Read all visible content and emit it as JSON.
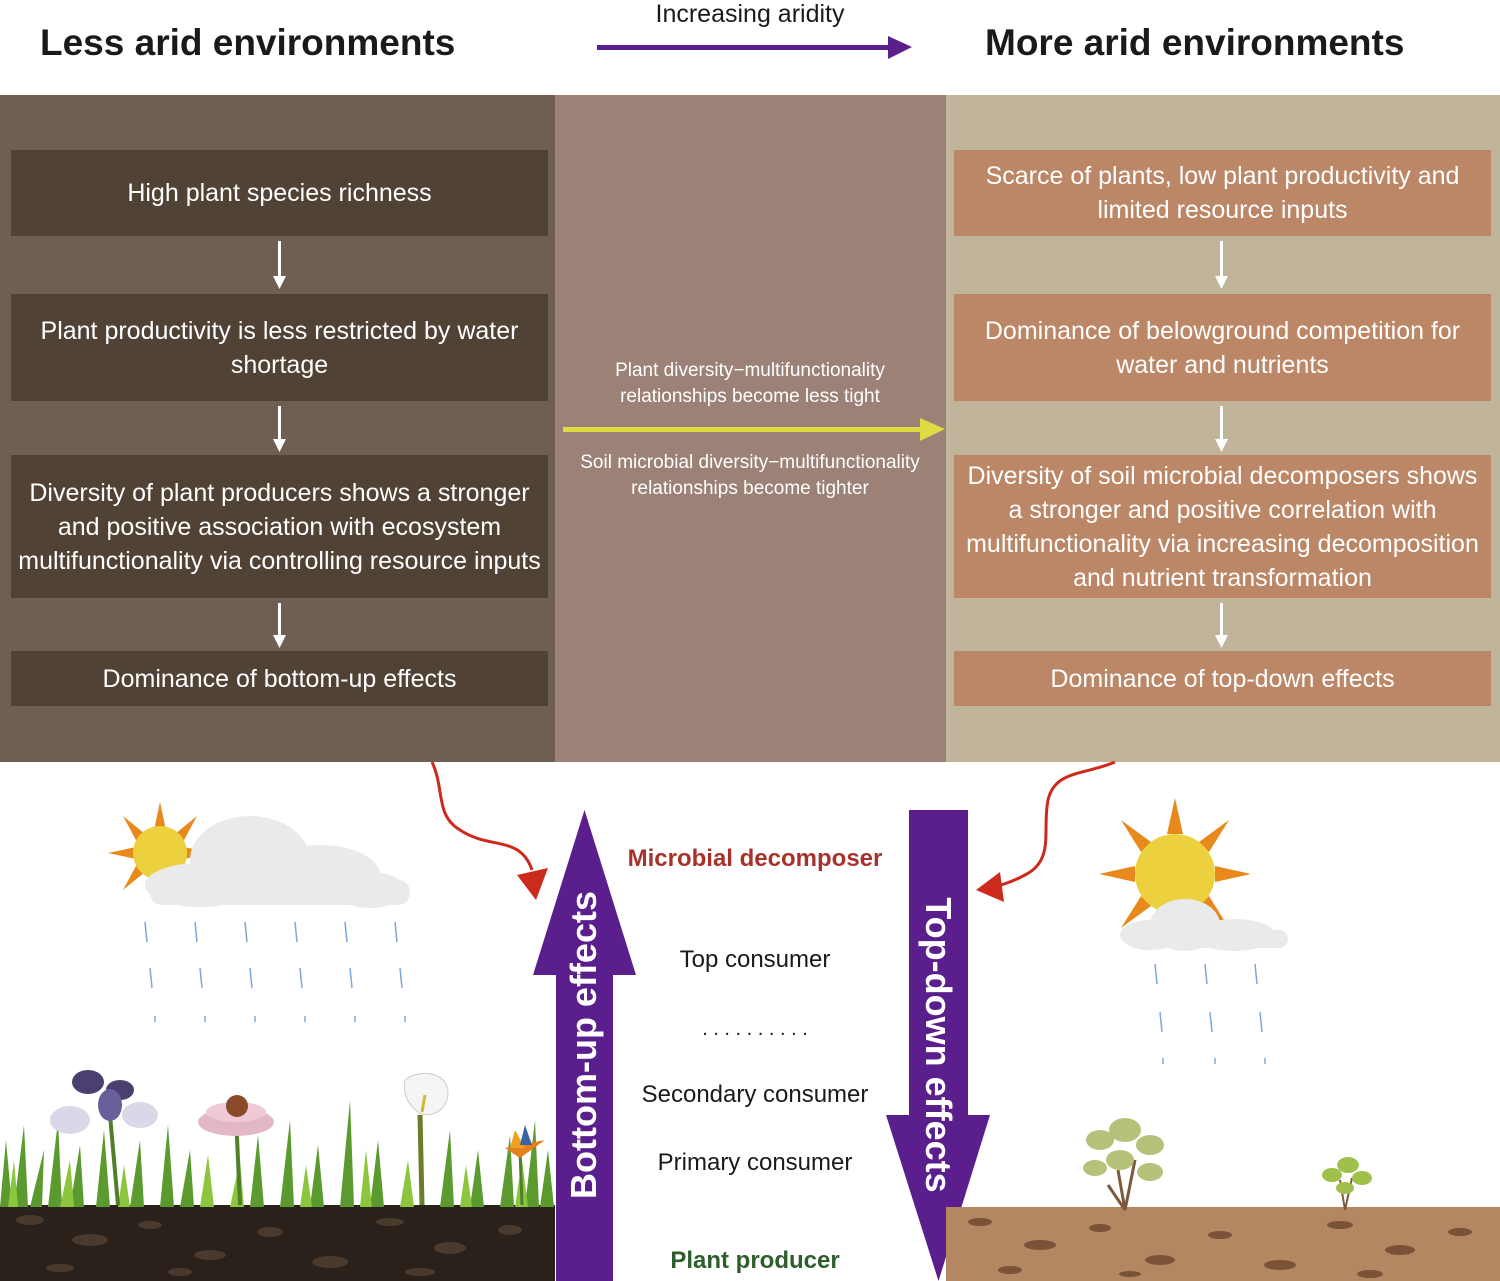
{
  "header": {
    "left_title": "Less arid environments",
    "right_title": "More arid environments",
    "arrow_label": "Increasing aridity"
  },
  "left_column": {
    "boxes": [
      "High plant species richness",
      "Plant productivity is less restricted by water shortage",
      "Diversity of plant producers shows a stronger and positive association with ecosystem multifunctionality via controlling resource inputs",
      "Dominance of bottom-up effects"
    ]
  },
  "right_column": {
    "boxes": [
      "Scarce of plants, low plant productivity and limited resource inputs",
      "Dominance of belowground competition for water and nutrients",
      "Diversity of soil microbial decomposers shows a stronger and positive correlation with multifunctionality via increasing decomposition and nutrient transformation",
      "Dominance of top-down effects"
    ]
  },
  "middle": {
    "upper_text": "Plant diversity−multifunctionality relationships become less tight",
    "lower_text": "Soil microbial diversity−multifunctionality relationships become tighter"
  },
  "bottom": {
    "up_arrow_label": "Bottom-up effects",
    "down_arrow_label": "Top-down effects",
    "levels": {
      "microbial": "Microbial decomposer",
      "top": "Top consumer",
      "dots": ". . . . . . . . . .",
      "secondary": "Secondary consumer",
      "primary": "Primary consumer",
      "plant": "Plant producer"
    }
  },
  "colors": {
    "left_panel": "#6e5f52",
    "middle_panel": "#9b8176",
    "right_panel": "#c0b49a",
    "left_box": "#514236",
    "right_box": "#bb8766",
    "aridity_arrow": "#5a1f8c",
    "effects_arrow": "#5a1f8c",
    "middle_arrow": "#dedb45",
    "curve_arrow": "#cc2a1c",
    "microbial_label": "#a8322b",
    "plant_label": "#2e5e2c"
  }
}
